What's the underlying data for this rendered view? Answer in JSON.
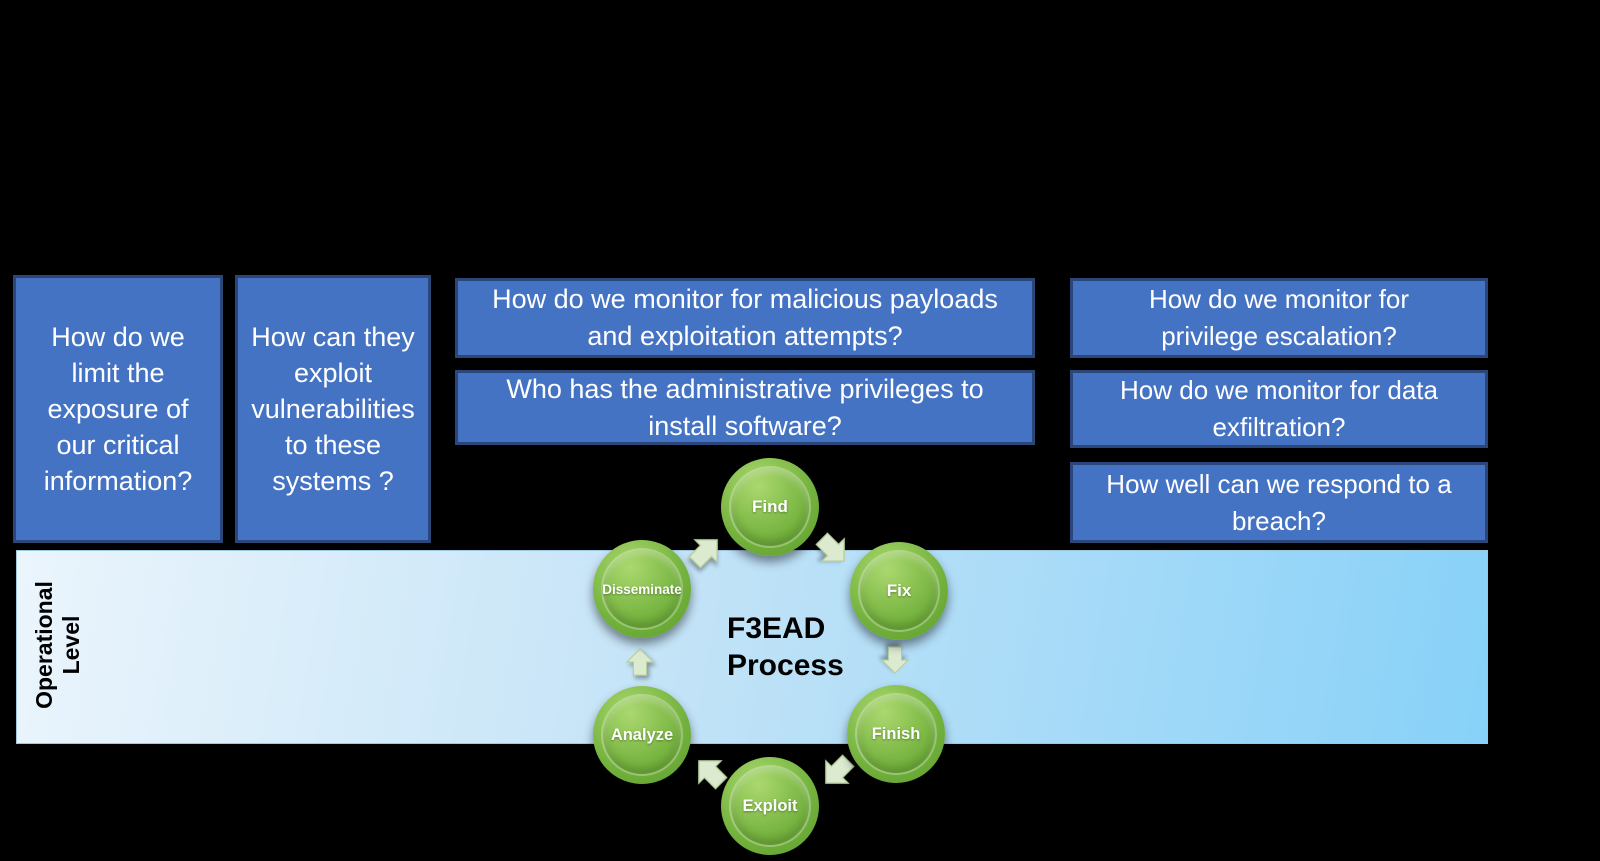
{
  "diagram_type": "F3EAD targeting cycle with intelligence questions",
  "colors": {
    "background": "#000000",
    "question_box_fill": "#4573c4",
    "question_box_border": "#2b4779",
    "question_text": "#ffffff",
    "band_gradient_start": "#ebf5fc",
    "band_gradient_end": "#87d1f8",
    "circle_green_light": "#abd870",
    "circle_green_dark": "#5d9c2d",
    "circle_text": "#ffffff",
    "arrow_fill": "#dcead0",
    "title_text": "#000000"
  },
  "band": {
    "label_lines": [
      "Operational",
      "Level"
    ]
  },
  "process": {
    "title_lines": [
      "F3EAD",
      "Process"
    ],
    "steps": [
      "Find",
      "Fix",
      "Finish",
      "Exploit",
      "Analyze",
      "Disseminate"
    ]
  },
  "questions": {
    "left_column": [
      {
        "lines": [
          "How do we",
          "limit the",
          "exposure of",
          "our critical",
          "information?"
        ]
      },
      {
        "lines": [
          "How can they",
          "exploit",
          "vulnerabilities",
          "to these",
          "systems ?"
        ]
      }
    ],
    "middle_column": [
      {
        "lines": [
          "How do we monitor for malicious payloads",
          "and exploitation attempts?"
        ]
      },
      {
        "lines": [
          "Who has the administrative privileges to",
          "install software?"
        ]
      }
    ],
    "right_column": [
      {
        "lines": [
          "How do we monitor for",
          "privilege escalation?"
        ]
      },
      {
        "lines": [
          "How do we monitor for data",
          "exfiltration?"
        ]
      },
      {
        "lines": [
          "How well can we respond to a",
          "breach?"
        ]
      }
    ]
  }
}
